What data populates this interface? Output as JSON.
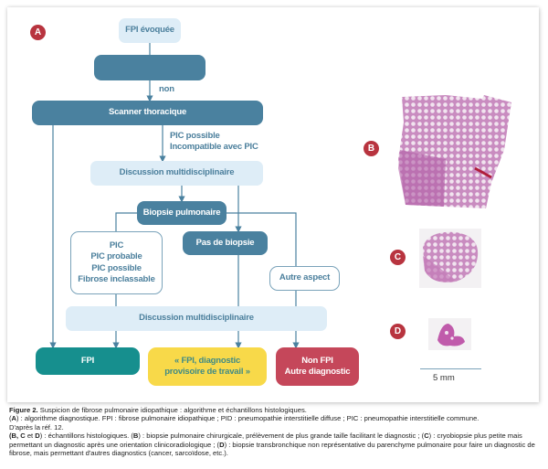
{
  "figure": {
    "panel_labels": {
      "a": "A",
      "b": "B",
      "c": "C",
      "d": "D"
    },
    "flowchart": {
      "start": "FPI évoquée",
      "empty_box": "",
      "edge_non": "non",
      "scanner": "Scanner thoracique",
      "edge_pic_line1": "PIC possible",
      "edge_pic_line2": "Incompatible avec PIC",
      "discussion_1": "Discussion multidisciplinaire",
      "biopsie": "Biopsie pulmonaire",
      "pas_de_biopsie": "Pas de biopsie",
      "pic_box": [
        "PIC",
        "PIC probable",
        "PIC possible",
        "Fibrose inclassable"
      ],
      "autre_aspect": "Autre aspect",
      "discussion_2": "Discussion multidisciplinaire",
      "outcome_fpi": "FPI",
      "outcome_provisoire_line1": "« FPI, diagnostic",
      "outcome_provisoire_line2": "provisoire de travail »",
      "outcome_non_fpi_line1": "Non FPI",
      "outcome_non_fpi_line2": "Autre diagnostic"
    },
    "colors": {
      "light_blue": "#deedf7",
      "dark_blue": "#4a819f",
      "teal": "#168f8e",
      "yellow": "#f8d949",
      "red": "#c5475a",
      "badge_red": "#b8343f"
    },
    "scale_label": "5 mm"
  },
  "caption": {
    "title_bold": "Figure 2.",
    "title_text": " Suspicion de fibrose pulmonaire idiopathique  : algorithme et échantillons histologiques.",
    "a_open": "(",
    "a_bold": "A",
    "a_text": ") : algorithme diagnostique. FPI : fibrose pulmonaire idiopathique ; PID : pneumopathie interstitielle diffuse ; PIC : pneumopathie interstitielle commune.",
    "ref": "D'après la réf. 12.",
    "bcd_bold": "(B, C",
    "bcd_mid": " et ",
    "bcd_bold2": "D",
    "bcd_text": ") : échantillons histologiques. (",
    "b_bold": "B",
    "b_text": ") : biopsie pulmonaire chirurgicale, prélèvement de plus grande taille facilitant le diagnostic ; (",
    "c_bold": "C",
    "c_text": ") : cryobiopsie plus petite mais permettant un diagnostic après une orientation clinicoradiologique ; (",
    "d_bold": "D",
    "d_text": ") : biopsie transbronchique non représentative du parenchyme pulmonaire pour faire un diagnostic de fibrose, mais permettant d'autres diagnostics (cancer, sarcoïdose, etc.)."
  }
}
